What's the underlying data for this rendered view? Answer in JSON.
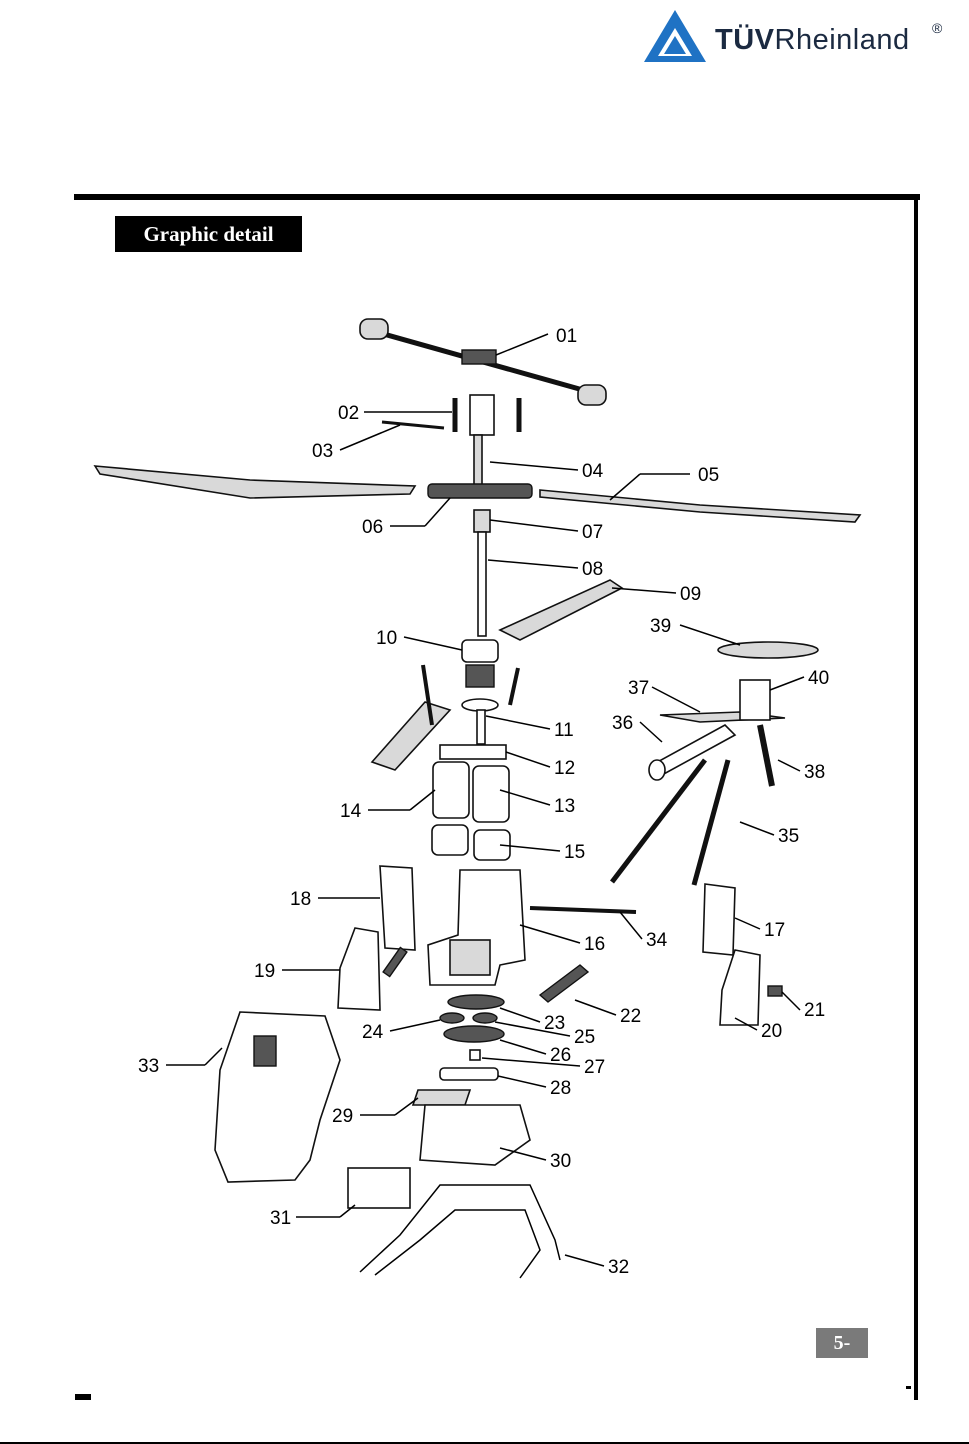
{
  "brand": {
    "word_bold": "TÜV",
    "word_regular": "Rheinland",
    "registered": "®",
    "logo_color": "#1f72c4"
  },
  "section_title": "Graphic detail",
  "page_number": "5-",
  "part_labels": [
    "01",
    "02",
    "03",
    "04",
    "05",
    "06",
    "07",
    "08",
    "09",
    "10",
    "11",
    "12",
    "13",
    "14",
    "15",
    "16",
    "17",
    "18",
    "19",
    "20",
    "21",
    "22",
    "23",
    "24",
    "25",
    "26",
    "27",
    "28",
    "29",
    "30",
    "31",
    "32",
    "33",
    "34",
    "35",
    "36",
    "37",
    "38",
    "39",
    "40"
  ]
}
